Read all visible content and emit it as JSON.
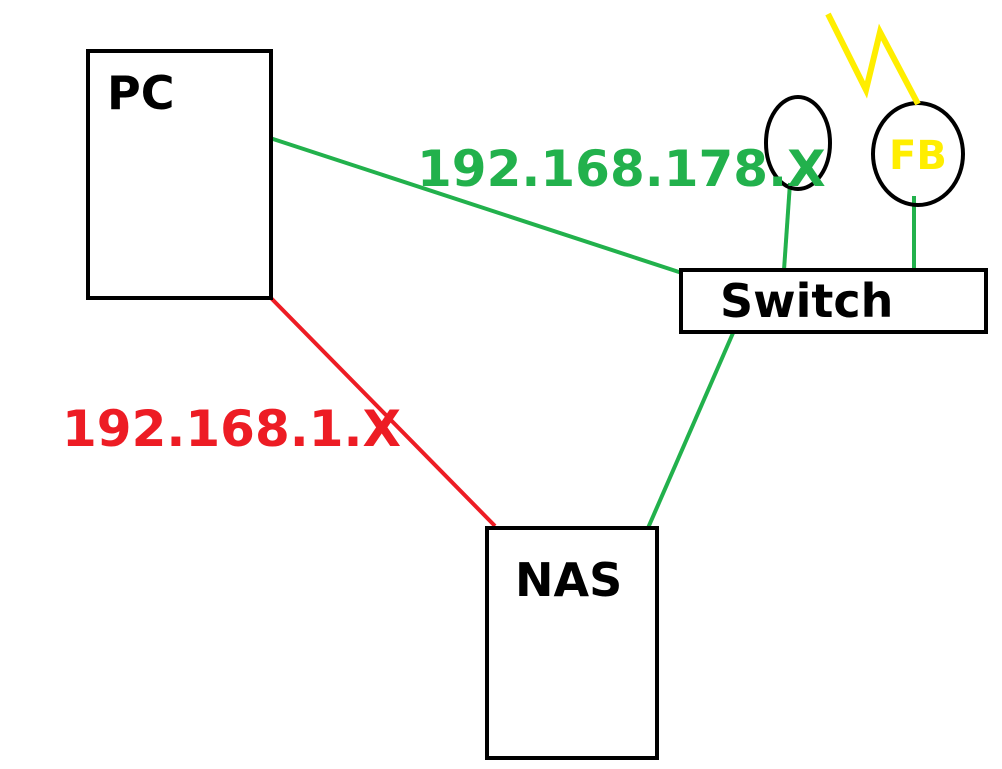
{
  "nodes": {
    "pc": "PC",
    "nas": "NAS",
    "switch": "Switch",
    "fb": "FB"
  },
  "networks": {
    "green": "192.168.178.X",
    "red": "192.168.1.X"
  },
  "colors": {
    "green": "#22b14c",
    "red": "#ed1c24",
    "yellow": "#ffee00",
    "black": "#000000"
  }
}
